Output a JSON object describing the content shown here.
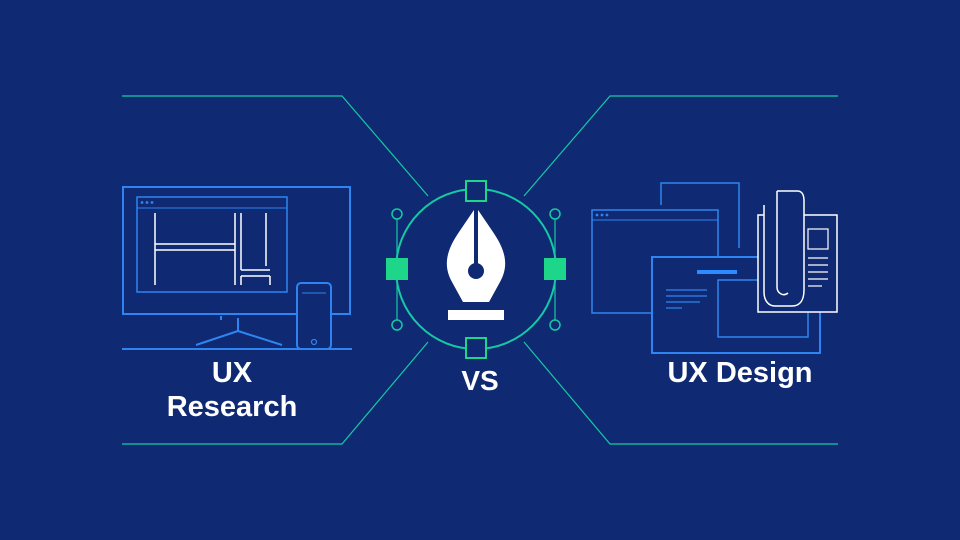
{
  "left": {
    "title_line1": "UX",
    "title_line2": "Research"
  },
  "center": {
    "vs_label": "VS"
  },
  "right": {
    "title": "UX Design"
  },
  "colors": {
    "background": "#0f2a72",
    "line_teal": "#16c9a4",
    "handle_green": "#1dd68a",
    "line_blue": "#2e84f0",
    "outline_white": "#ffffff",
    "accent_blue": "#2b8bff"
  },
  "icons": [
    "pen-nib-icon",
    "monitor-icon",
    "smartphone-icon",
    "browser-window-icon",
    "document-icon"
  ]
}
